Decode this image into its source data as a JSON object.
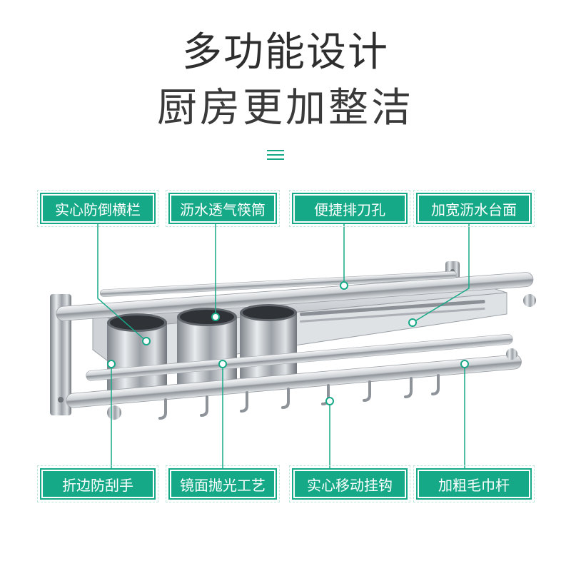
{
  "title": {
    "line1": "多功能设计",
    "line2": "厨房更加整洁"
  },
  "labels_top": [
    "实心防倒横栏",
    "沥水透气筷筒",
    "便捷排刀孔",
    "加宽沥水台面"
  ],
  "labels_bottom": [
    "折边防刮手",
    "镜面抛光工艺",
    "实心移动挂钩",
    "加粗毛巾杆"
  ],
  "colors": {
    "accent": "#16a987",
    "text": "#2e2e2e",
    "steel": "#b8bcc0"
  },
  "icons": {
    "divider": "menu-lines-icon"
  }
}
